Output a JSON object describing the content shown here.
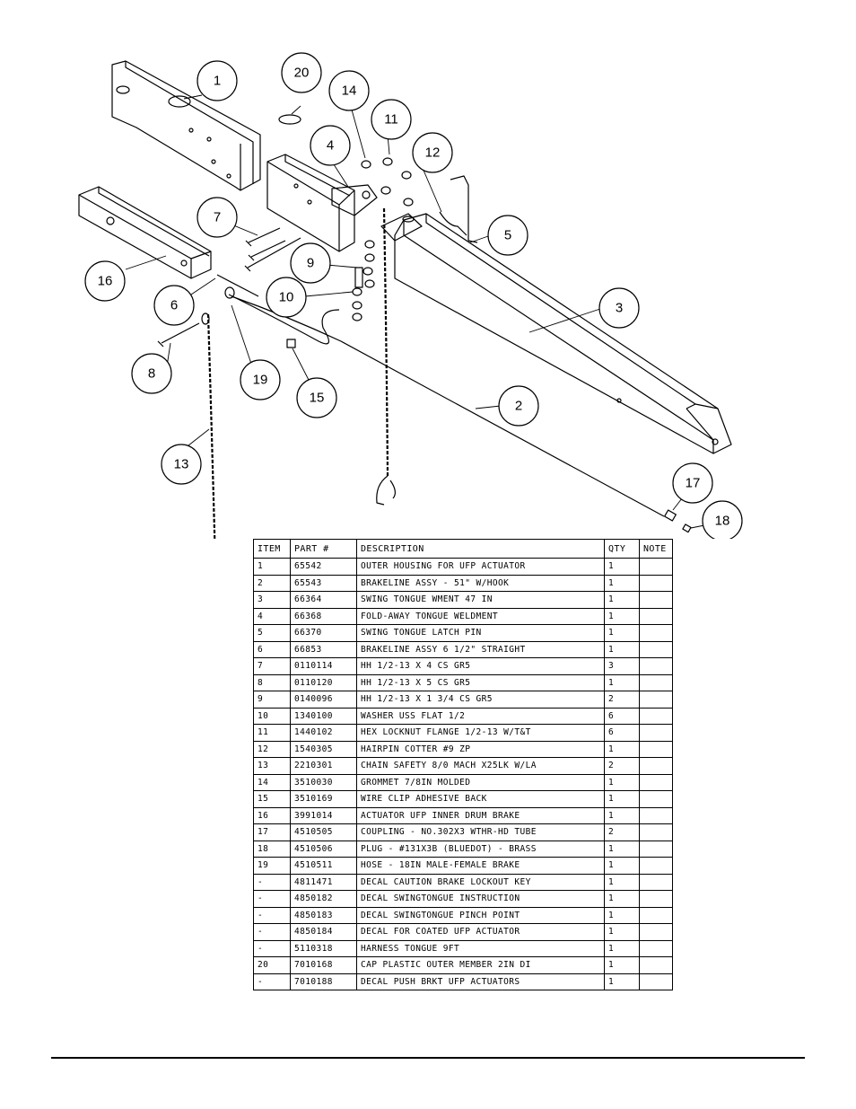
{
  "callouts": [
    "1",
    "2",
    "3",
    "4",
    "5",
    "6",
    "7",
    "8",
    "9",
    "10",
    "11",
    "12",
    "13",
    "14",
    "15",
    "16",
    "17",
    "18",
    "19",
    "20"
  ],
  "table": {
    "headers": {
      "item": "ITEM",
      "part": "PART #",
      "description": "DESCRIPTION",
      "qty": "QTY",
      "note": "NOTE"
    },
    "rows": [
      {
        "item": "1",
        "part": "65542",
        "description": "OUTER HOUSING FOR UFP ACTUATOR",
        "qty": "1",
        "note": ""
      },
      {
        "item": "2",
        "part": "65543",
        "description": "BRAKELINE ASSY - 51\" W/HOOK",
        "qty": "1",
        "note": ""
      },
      {
        "item": "3",
        "part": "66364",
        "description": "SWING TONGUE WMENT 47 IN",
        "qty": "1",
        "note": ""
      },
      {
        "item": "4",
        "part": "66368",
        "description": "FOLD-AWAY TONGUE WELDMENT",
        "qty": "1",
        "note": ""
      },
      {
        "item": "5",
        "part": "66370",
        "description": "SWING TONGUE LATCH PIN",
        "qty": "1",
        "note": ""
      },
      {
        "item": "6",
        "part": "66853",
        "description": "BRAKELINE ASSY 6 1/2\" STRAIGHT",
        "qty": "1",
        "note": ""
      },
      {
        "item": "7",
        "part": "0110114",
        "description": "HH 1/2-13 X 4 CS GR5",
        "qty": "3",
        "note": ""
      },
      {
        "item": "8",
        "part": "0110120",
        "description": "HH 1/2-13 X 5 CS GR5",
        "qty": "1",
        "note": ""
      },
      {
        "item": "9",
        "part": "0140096",
        "description": "HH 1/2-13 X 1 3/4 CS GR5",
        "qty": "2",
        "note": ""
      },
      {
        "item": "10",
        "part": "1340100",
        "description": "WASHER USS FLAT 1/2",
        "qty": "6",
        "note": ""
      },
      {
        "item": "11",
        "part": "1440102",
        "description": "HEX LOCKNUT FLANGE 1/2-13 W/T&T",
        "qty": "6",
        "note": ""
      },
      {
        "item": "12",
        "part": "1540305",
        "description": "HAIRPIN COTTER #9 ZP",
        "qty": "1",
        "note": ""
      },
      {
        "item": "13",
        "part": "2210301",
        "description": "CHAIN SAFETY 8/0 MACH X25LK W/LA",
        "qty": "2",
        "note": ""
      },
      {
        "item": "14",
        "part": "3510030",
        "description": "GROMMET  7/8IN MOLDED",
        "qty": "1",
        "note": ""
      },
      {
        "item": "15",
        "part": "3510169",
        "description": "WIRE CLIP   ADHESIVE BACK",
        "qty": "1",
        "note": ""
      },
      {
        "item": "16",
        "part": "3991014",
        "description": "ACTUATOR UFP INNER  DRUM BRAKE",
        "qty": "1",
        "note": ""
      },
      {
        "item": "17",
        "part": "4510505",
        "description": "COUPLING - NO.302X3 WTHR-HD TUBE",
        "qty": "2",
        "note": ""
      },
      {
        "item": "18",
        "part": "4510506",
        "description": "PLUG - #131X3B (BLUEDOT) - BRASS",
        "qty": "1",
        "note": ""
      },
      {
        "item": "19",
        "part": "4510511",
        "description": "HOSE - 18IN MALE-FEMALE BRAKE",
        "qty": "1",
        "note": ""
      },
      {
        "item": "-",
        "part": "4811471",
        "description": "DECAL CAUTION BRAKE LOCKOUT KEY",
        "qty": "1",
        "note": ""
      },
      {
        "item": "-",
        "part": "4850182",
        "description": "DECAL SWINGTONGUE INSTRUCTION",
        "qty": "1",
        "note": ""
      },
      {
        "item": "-",
        "part": "4850183",
        "description": "DECAL SWINGTONGUE PINCH POINT",
        "qty": "1",
        "note": ""
      },
      {
        "item": "-",
        "part": "4850184",
        "description": "DECAL FOR COATED UFP ACTUATOR",
        "qty": "1",
        "note": ""
      },
      {
        "item": "-",
        "part": "5110318",
        "description": "HARNESS TONGUE 9FT",
        "qty": "1",
        "note": ""
      },
      {
        "item": "20",
        "part": "7010168",
        "description": "CAP  PLASTIC OUTER MEMBER 2IN DI",
        "qty": "1",
        "note": ""
      },
      {
        "item": "-",
        "part": "7010188",
        "description": "DECAL PUSH BRKT UFP ACTUATORS",
        "qty": "1",
        "note": ""
      }
    ]
  }
}
